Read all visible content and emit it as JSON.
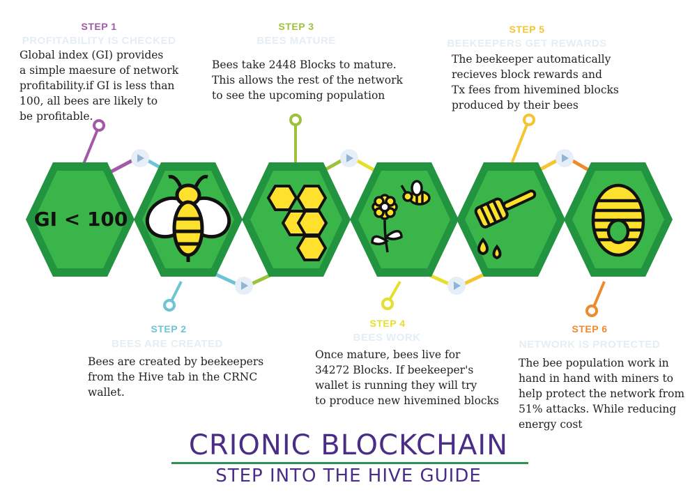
{
  "steps": [
    {
      "number": "STEP 1",
      "title": "PROFITABILITY IS CHECKED",
      "description": "Global index (GI) provides\na simple maesure of network\nprofitability.if GI is less than\n100, all bees are likely to\nbe profitable.",
      "color": "#a35aa6",
      "icon": "gi-less-than-100",
      "icon_text": "GI < 100"
    },
    {
      "number": "STEP 2",
      "title": "BEES ARE CREATED",
      "description": "Bees are created by beekeepers\nfrom the Hive tab in the CRNC\nwallet.",
      "color": "#6cc4d4",
      "icon": "bee-icon"
    },
    {
      "number": "STEP 3",
      "title": "BEES MATURE",
      "description": "Bees take 2448 Blocks to mature.\nThis allows the rest of the network\nto see the upcoming population",
      "color": "#9cc23c",
      "icon": "honeycomb-icon"
    },
    {
      "number": "STEP 4",
      "title": "BEES WORK",
      "description": "Once mature, bees live for\n34272 Blocks. If beekeeper's\nwallet is running they will try\nto produce new hivemined blocks",
      "color": "#e5df2c",
      "icon": "flower-bee-icon"
    },
    {
      "number": "STEP 5",
      "title": "BEEKEEPERS GET REWARDS",
      "description": "The beekeeper automatically\nrecieves block rewards and\nTx fees from hivemined blocks\nproduced by their bees",
      "color": "#f5c431",
      "icon": "honey-dipper-icon"
    },
    {
      "number": "STEP 6",
      "title": "NETWORK IS PROTECTED",
      "description": "The bee population work in\nhand in hand with miners to\nhelp protect the network from\n51% attacks. While reducing\nenergy cost",
      "color": "#ef8a2c",
      "icon": "beehive-icon"
    }
  ],
  "footer": {
    "title": "CRIONIC BLOCKCHAIN",
    "subtitle": "STEP INTO THE HIVE GUIDE"
  },
  "colors": {
    "hex_outer": "#22933f",
    "hex_inner": "#3ab54a",
    "icon_yellow": "#fde12d",
    "icon_stroke": "#111111",
    "arrow_circle": "#e6eff7",
    "arrow": "#8fb4d6"
  }
}
